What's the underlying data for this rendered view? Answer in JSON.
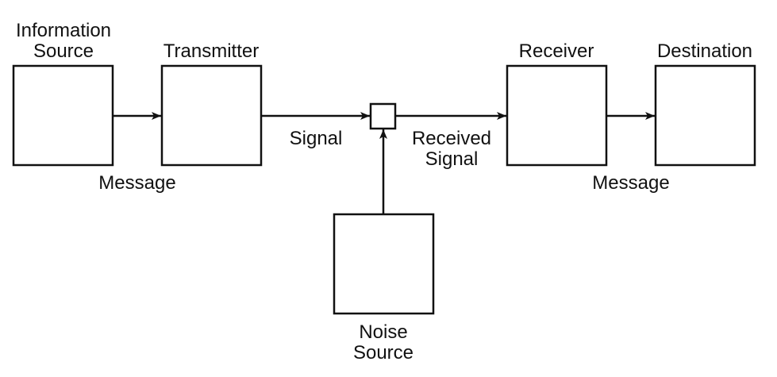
{
  "diagram": {
    "nodes": {
      "information_source": "Information\nSource",
      "transmitter": "Transmitter",
      "receiver": "Receiver",
      "destination": "Destination",
      "noise_source": "Noise\nSource"
    },
    "edges": {
      "message_in": "Message",
      "signal": "Signal",
      "received_signal": "Received\nSignal",
      "message_out": "Message"
    },
    "colors": {
      "stroke": "#111111",
      "fill": "#ffffff"
    }
  }
}
